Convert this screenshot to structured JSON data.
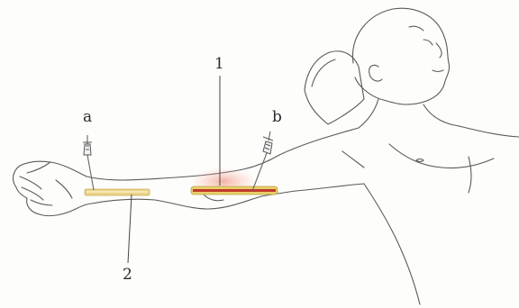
{
  "labels": {
    "a": "a",
    "b": "b",
    "one": "1",
    "two": "2"
  },
  "colors": {
    "outline": "#555555",
    "vessel_yellow": "#e8cf6a",
    "vessel_red": "#c0392b",
    "vessel_pale": "#f1dfa6",
    "swelling": "#f3b9ad",
    "needle": "#666666"
  },
  "icons": {
    "needle_a": "syringe-needle-icon",
    "needle_b": "syringe-needle-icon"
  }
}
